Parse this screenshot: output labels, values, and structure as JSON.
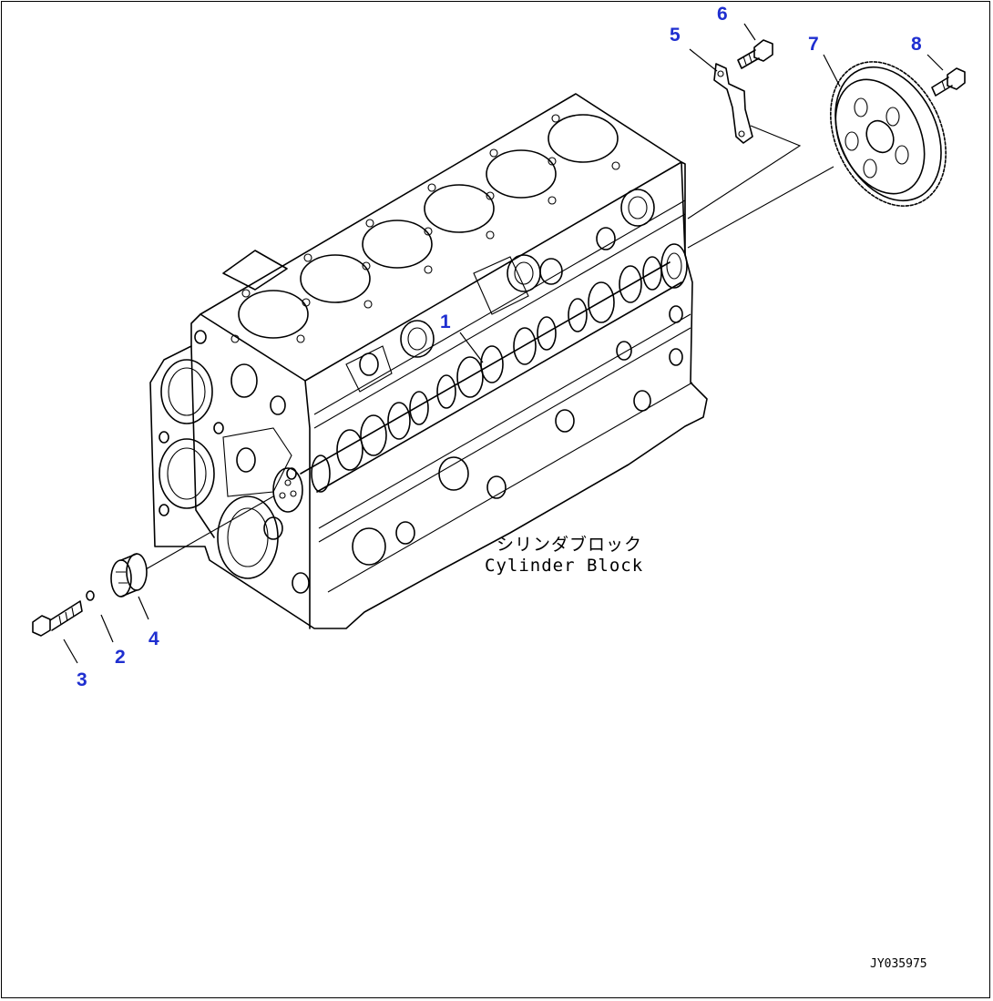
{
  "callouts": [
    {
      "number": "1",
      "part": "camshaft"
    },
    {
      "number": "2",
      "part": "washer"
    },
    {
      "number": "3",
      "part": "bolt"
    },
    {
      "number": "4",
      "part": "pulley"
    },
    {
      "number": "5",
      "part": "thrust-plate"
    },
    {
      "number": "6",
      "part": "bolt"
    },
    {
      "number": "7",
      "part": "cam-gear"
    },
    {
      "number": "8",
      "part": "bolt"
    }
  ],
  "labels": {
    "block_japanese": "シリンダブロック",
    "block_english": "Cylinder Block",
    "drawing_code": "JY035975"
  },
  "colors": {
    "callout": "#1f2fd0",
    "line": "#000000",
    "background": "#ffffff"
  }
}
